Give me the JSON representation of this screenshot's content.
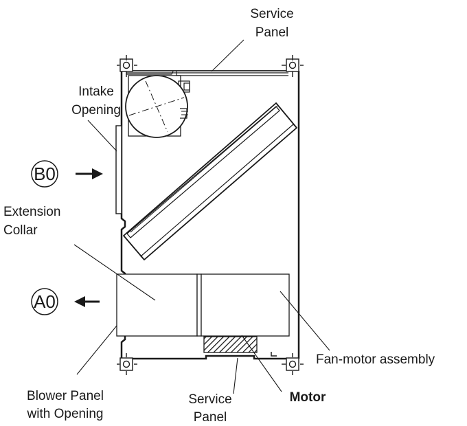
{
  "labels": {
    "service_panel_top_line1": "Service",
    "service_panel_top_line2": "Panel",
    "intake_line1": "Intake",
    "intake_line2": "Opening",
    "extension_line1": "Extension",
    "extension_line2": "Collar",
    "fan_motor": "Fan-motor assembly",
    "blower_line1": "Blower Panel",
    "blower_line2": "with Opening",
    "service_panel_bottom_line1": "Service",
    "service_panel_bottom_line2": "Panel",
    "motor": "Motor"
  },
  "markers": {
    "b0": "B0",
    "a0": "A0"
  },
  "colors": {
    "ink": "#1a1a1a",
    "background": "#ffffff"
  }
}
